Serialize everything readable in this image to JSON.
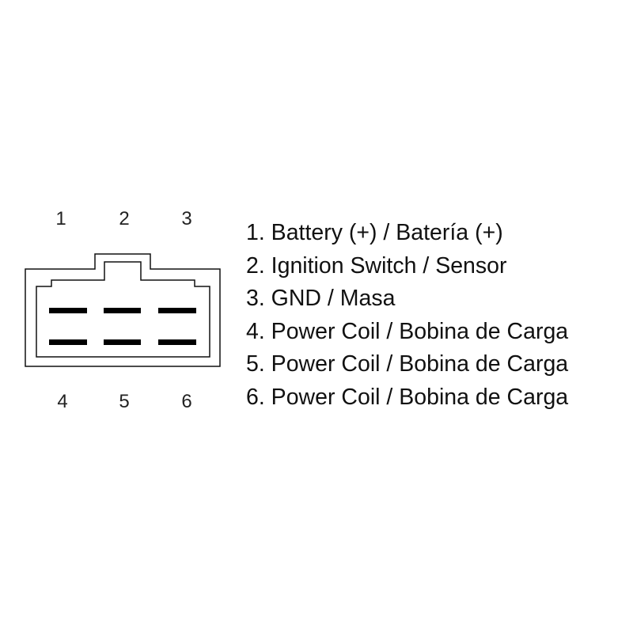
{
  "pin_numbers_top": [
    "1",
    "2",
    "3"
  ],
  "pin_numbers_bottom": [
    "4",
    "5",
    "6"
  ],
  "legend": [
    "1. Battery (+) / Batería (+)",
    "2. Ignition Switch / Sensor",
    "3. GND / Masa",
    "4. Power Coil / Bobina de Carga",
    "5. Power Coil / Bobina de Carga",
    "6. Power Coil / Bobina de Carga"
  ]
}
